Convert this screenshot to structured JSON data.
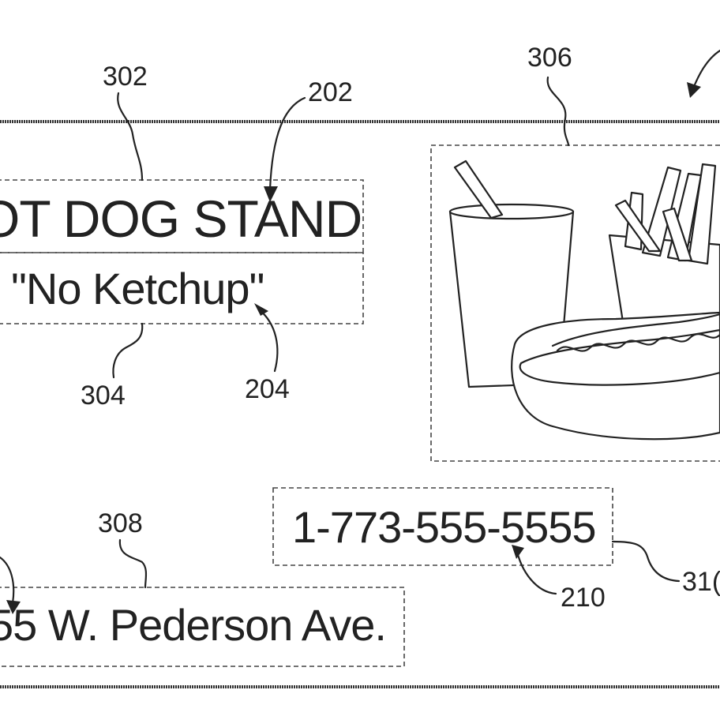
{
  "sign": {
    "title": "OT DOG STAND",
    "subtitle": "\"No Ketchup\"",
    "phone": "1-773-555-5555",
    "address": "55 W. Pederson Ave."
  },
  "reference_numerals": {
    "r302": "302",
    "r202": "202",
    "r306": "306",
    "r304": "304",
    "r204": "204",
    "r308": "308",
    "r210": "210",
    "r310": "31("
  }
}
